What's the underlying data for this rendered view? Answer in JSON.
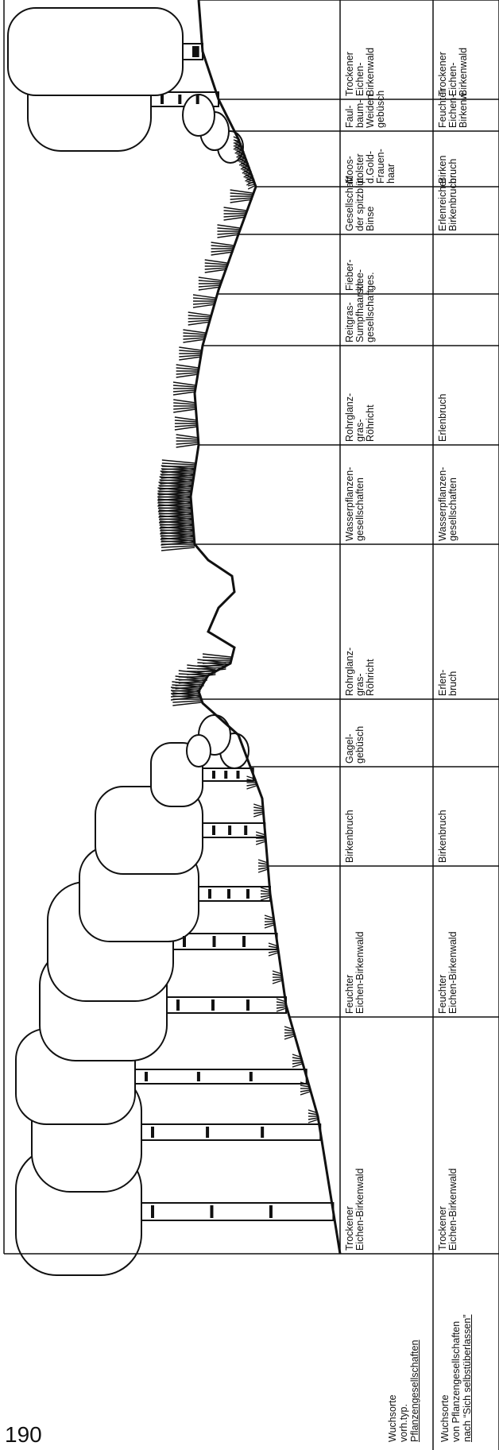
{
  "row_labels": {
    "upper": [
      "Wuchsorte",
      "vorh.typ.",
      "Pflanzengesellschaften"
    ],
    "lower": [
      "Wuchsorte",
      "von Pflanzengesellschaften",
      "nach “Sich selbstüberlassen”"
    ]
  },
  "zones": [
    {
      "id": "z1",
      "upper": [
        "Trockener",
        "Eichen-Birkenwald"
      ],
      "lower": [
        "Trockener",
        "Eichen-Birkenwald"
      ]
    },
    {
      "id": "z2",
      "upper": [
        "Feuchter",
        "Eichen-Birkenwald"
      ],
      "lower": [
        "Feuchter",
        "Eichen-Birkenwald"
      ]
    },
    {
      "id": "z3",
      "upper": [
        "Birkenbruch"
      ],
      "lower": [
        "Birkenbruch"
      ]
    },
    {
      "id": "z4",
      "upper": [
        "Gagel-",
        "gebüsch"
      ],
      "lower": []
    },
    {
      "id": "z5",
      "upper": [
        "Rohrglanz-",
        "gras-",
        "Röhricht"
      ],
      "lower": [
        "Erlen-",
        "bruch"
      ]
    },
    {
      "id": "z6",
      "upper": [
        "Wasserpflanzen-",
        "gesellschaften"
      ],
      "lower": [
        "Wasserpflanzen-",
        "gesellschaften"
      ]
    },
    {
      "id": "z7",
      "upper": [
        "Rohrglanz-",
        "gras-",
        "Röhricht"
      ],
      "lower": [
        "Erlenbruch"
      ]
    },
    {
      "id": "z8",
      "upper": [
        "Reitgras-",
        "Sumpfhaarstr.",
        "gesellschaft"
      ],
      "lower": []
    },
    {
      "id": "z9",
      "upper": [
        "Fieber-",
        "klee-",
        "ges."
      ],
      "lower": []
    },
    {
      "id": "z10",
      "upper": [
        "Gesellschaft",
        "der spitzblüt.",
        "Binse"
      ],
      "lower": [
        "Erlenreicher",
        "Birkenbruch"
      ]
    },
    {
      "id": "z11",
      "upper": [
        "Moos-",
        "polster",
        "d.Gold-",
        "Frauen-",
        "haar"
      ],
      "lower": [
        "Birken",
        "bruch"
      ]
    },
    {
      "id": "z12",
      "upper": [
        "Faul-",
        "baum-",
        "Weiden",
        "gebüsch"
      ],
      "lower": [
        "Feuchter",
        "Eichen-",
        "Birkenw."
      ]
    },
    {
      "id": "z13",
      "upper": [
        "Trockener",
        "Eichen-",
        "Birkenwald"
      ],
      "lower": [
        "Trockener",
        "Eichen-",
        "Birkenwald"
      ]
    }
  ],
  "page_number": "190",
  "colors": {
    "ink": "#111111",
    "paper": "#ffffff"
  }
}
